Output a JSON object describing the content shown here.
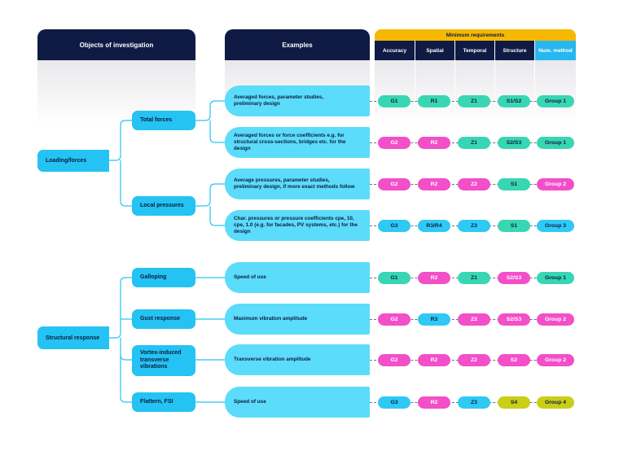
{
  "headers": {
    "objects": "Objects of investigation",
    "examples": "Examples",
    "minimum_requirements": "Minimum requirements",
    "accuracy": "Accuracy",
    "spatial": "Spatial",
    "temporal": "Temporal",
    "structure": "Structure",
    "num_method": "Num. method"
  },
  "objects": {
    "loading": "Loading/forces",
    "structural": "Structural response"
  },
  "subcategories": {
    "total_forces": "Total forces",
    "local_pressures": "Local pressures",
    "galloping": "Galloping",
    "gust_response": "Gust response",
    "vortex": "Vortex-induced transverse vibrations",
    "flattern": "Flattern, FSI"
  },
  "rows": [
    {
      "example": "Averaged forces, parameter studies, preliminary design",
      "accuracy": "G1",
      "spatial": "R1",
      "temporal": "Z1",
      "structure": "S1/S2",
      "method": "Group 1",
      "colors": [
        "teal",
        "teal",
        "teal",
        "teal",
        "teal"
      ]
    },
    {
      "example": "Averaged forces or force coefficients e.g. for structural cross-sections, bridges etc. for the design",
      "accuracy": "G2",
      "spatial": "R2",
      "temporal": "Z1",
      "structure": "S2/S3",
      "method": "Group 1",
      "colors": [
        "pink",
        "pink",
        "teal",
        "teal",
        "teal"
      ]
    },
    {
      "example": "Average pressures, parameter studies, preliminary design, if more exact methods follow",
      "accuracy": "G2",
      "spatial": "R2",
      "temporal": "Z2",
      "structure": "S1",
      "method": "Group 2",
      "colors": [
        "pink",
        "pink",
        "pink",
        "teal",
        "pink"
      ]
    },
    {
      "example": "Char. pressures or pressure coefficients cpe, 10, cpe, 1.0 (e.g. for facades, PV systems, etc.) for the design",
      "accuracy": "G3",
      "spatial": "R3/R4",
      "temporal": "Z3",
      "structure": "S1",
      "method": "Group 3",
      "colors": [
        "blue",
        "blue",
        "blue",
        "teal",
        "blue"
      ]
    },
    {
      "example": "Speed of use",
      "accuracy": "G1",
      "spatial": "R2",
      "temporal": "Z1",
      "structure": "S2/S3",
      "method": "Group 1",
      "colors": [
        "teal",
        "pink",
        "teal",
        "pink",
        "teal"
      ]
    },
    {
      "example": "Maximum vibration amplitude",
      "accuracy": "G2",
      "spatial": "R3",
      "temporal": "Z2",
      "structure": "S2/S3",
      "method": "Group 2",
      "colors": [
        "pink",
        "blue",
        "pink",
        "pink",
        "pink"
      ]
    },
    {
      "example": "Transverse vibration amplitude",
      "accuracy": "G2",
      "spatial": "R2",
      "temporal": "Z2",
      "structure": "S2",
      "method": "Group 2",
      "colors": [
        "pink",
        "pink",
        "pink",
        "pink",
        "pink"
      ]
    },
    {
      "example": "Speed of use",
      "accuracy": "G3",
      "spatial": "R2",
      "temporal": "Z3",
      "structure": "S4",
      "method": "Group 4",
      "colors": [
        "blue",
        "pink",
        "blue",
        "lime",
        "lime"
      ]
    }
  ]
}
